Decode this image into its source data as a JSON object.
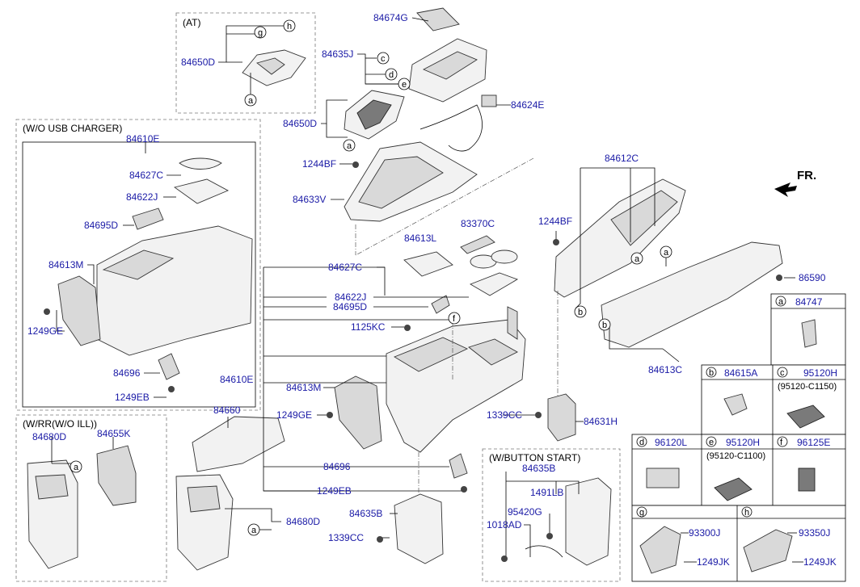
{
  "direction_label": "FR.",
  "groups": {
    "at": "(AT)",
    "wo_usb": "(W/O USB CHARGER)",
    "w_rr": "(W/RR(W/O ILL))",
    "w_button": "(W/BUTTON START)"
  },
  "parts": {
    "p84674G": "84674G",
    "p84635J": "84635J",
    "p84650D_at": "84650D",
    "p84650D": "84650D",
    "p84624E": "84624E",
    "p1244BF_a": "1244BF",
    "p1244BF_b": "1244BF",
    "p84633V": "84633V",
    "p84612C": "84612C",
    "p84610E_top": "84610E",
    "p84627C_left": "84627C",
    "p84622J_left": "84622J",
    "p84695D_left": "84695D",
    "p84613M_left": "84613M",
    "p1249GE_left": "1249GE",
    "p84696_left": "84696",
    "p1249EB_left": "1249EB",
    "p84613L": "84613L",
    "p83370C": "83370C",
    "p84627C": "84627C",
    "p84622J": "84622J",
    "p84695D": "84695D",
    "p1125KC": "1125KC",
    "p84610E": "84610E",
    "p84613M": "84613M",
    "p1249GE": "1249GE",
    "p84696": "84696",
    "p1249EB": "1249EB",
    "p84660": "84660",
    "p84680D_left": "84680D",
    "p84655K": "84655K",
    "p84680D": "84680D",
    "p84635B_a": "84635B",
    "p1339CC_a": "1339CC",
    "p1339CC_b": "1339CC",
    "p84631H": "84631H",
    "p84613C": "84613C",
    "p86590": "86590",
    "p84635B_b": "84635B",
    "p1491LB": "1491LB",
    "p95420G": "95420G",
    "p1018AD": "1018AD"
  },
  "callouts": [
    "a",
    "b",
    "c",
    "d",
    "e",
    "f",
    "g",
    "h"
  ],
  "table": {
    "a": {
      "letter": "a",
      "part": "84747",
      "sub": ""
    },
    "b": {
      "letter": "b",
      "part": "84615A",
      "sub": ""
    },
    "c": {
      "letter": "c",
      "part": "95120H",
      "sub": "(95120-C1150)"
    },
    "d": {
      "letter": "d",
      "part": "96120L",
      "sub": ""
    },
    "e": {
      "letter": "e",
      "part": "95120H",
      "sub": "(95120-C1100)"
    },
    "f": {
      "letter": "f",
      "part": "96125E",
      "sub": ""
    },
    "g": {
      "letter": "g",
      "part": "93300J",
      "sub2": "1249JK"
    },
    "h": {
      "letter": "h",
      "part": "93350J",
      "sub2": "1249JK"
    }
  },
  "colors": {
    "label": "#1a1aa6",
    "line": "#000000",
    "group_border": "#777777"
  }
}
